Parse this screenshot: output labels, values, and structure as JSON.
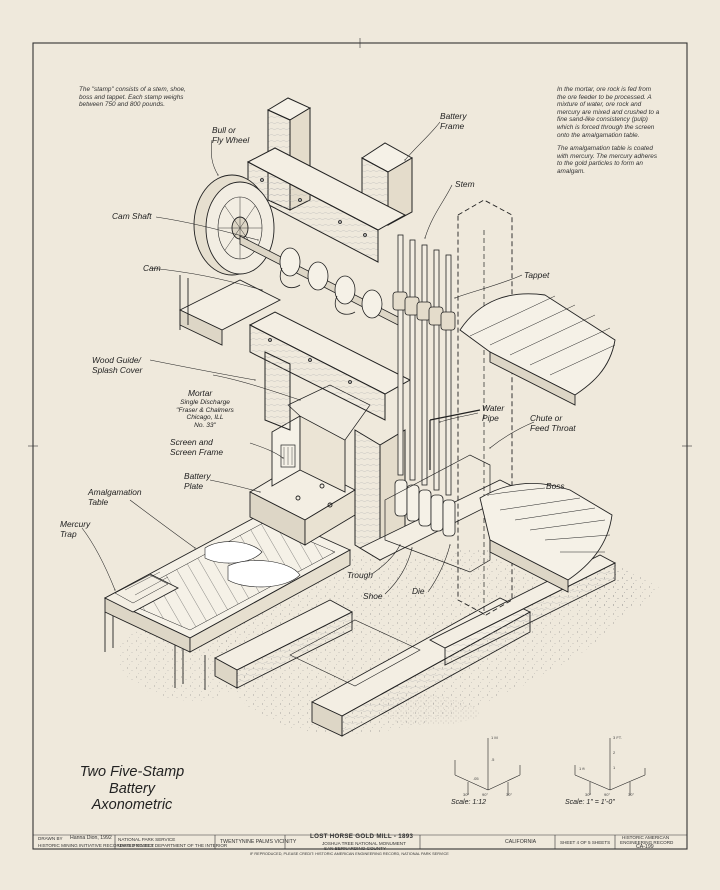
{
  "notes": {
    "stamp": "The \"stamp\" consists of a stem, shoe, boss and tappet. Each stamp weighs between 750 and 800 pounds.",
    "mortar_p1": "In the mortar, ore rock is fed from the ore feeder to be processed. A mixture of water, ore rock and mercury are mixed and crushed to a fine sand-like consistency (pulp) which is forced through the screen onto the amalgamation table.",
    "mortar_p2": "The amalgamation table is coated with mercury. The mercury adheres to the gold particles to form an amalgam."
  },
  "labels": {
    "bull_wheel": "Bull or\nFly Wheel",
    "battery_frame": "Battery\nFrame",
    "stem": "Stem",
    "cam_shaft": "Cam Shaft",
    "tappet": "Tappet",
    "cam": "Cam",
    "wood_guide": "Wood Guide/\nSplash Cover",
    "mortar": "Mortar",
    "mortar_detail": "Single Discharge\n\"Fraser & Chalmers\nChicago, ILL\nNo. 33\"",
    "water_pipe": "Water\nPipe",
    "chute": "Chute or\nFeed Throat",
    "screen_frame": "Screen and\nScreen Frame",
    "battery_plate": "Battery\nPlate",
    "boss": "Boss",
    "amalgamation_table": "Amalgamation\nTable",
    "mercury_trap": "Mercury\nTrap",
    "trough": "Trough",
    "shoe": "Shoe",
    "die": "Die"
  },
  "title": {
    "line1": "Two  Five-Stamp",
    "line2": "Battery",
    "line3": "Axonometric"
  },
  "scales": {
    "left": "Scale: 1:12",
    "right": "Scale: 1\" = 1'-0\"",
    "left_ticks": [
      "1 M",
      ".5",
      ".05",
      "90°",
      "30°",
      "30°"
    ],
    "right_ticks": [
      "3 FT.",
      "2",
      "1 ft",
      "1",
      "90°",
      "30°",
      "30°"
    ]
  },
  "title_block": {
    "delineator_label": "DRAWN BY",
    "delineator": "Hanna Dion, 1992",
    "project": "HISTORIC MINING INITIATIVE RECORDING PROJECT",
    "agency1": "NATIONAL PARK SERVICE",
    "agency2": "UNITED STATES DEPARTMENT OF THE INTERIOR",
    "location": "TWENTYNINE PALMS VICINITY",
    "mill_name": "LOST HORSE GOLD MILL - 1893",
    "park": "JOSHUA TREE NATIONAL MONUMENT",
    "county": "SAN BERNARDINO COUNTY",
    "state": "CALIFORNIA",
    "sheet": "SHEET 4 OF 5 SHEETS",
    "survey1": "HISTORIC AMERICAN",
    "survey2": "ENGINEERING RECORD",
    "survey_no": "CA-199",
    "footer": "IF REPRODUCED, PLEASE CREDIT: HISTORIC AMERICAN ENGINEERING RECORD, NATIONAL PARK SERVICE"
  }
}
